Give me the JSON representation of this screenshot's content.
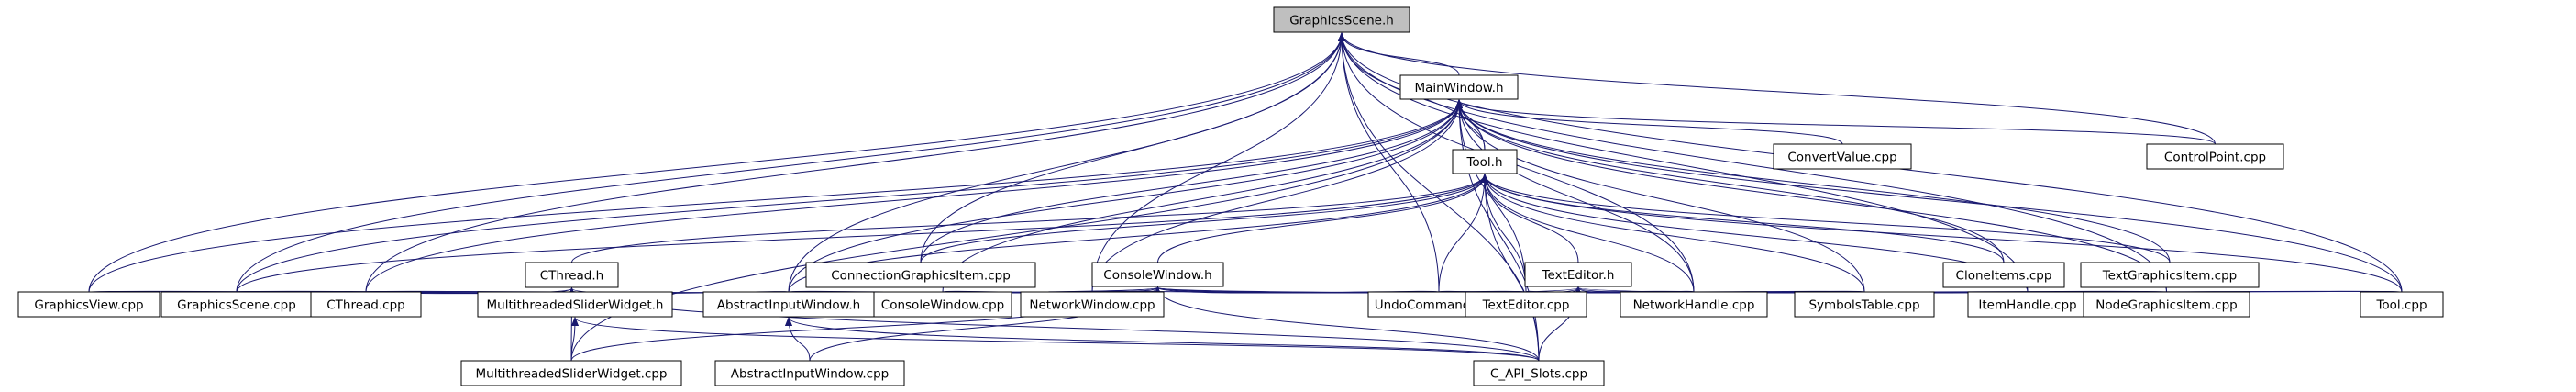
{
  "graph": {
    "root": "GraphicsScene.h",
    "nodes": [
      "GraphicsScene.h",
      "MainWindow.h",
      "Tool.h",
      "ConvertValue.cpp",
      "ControlPoint.cpp",
      "CThread.h",
      "ConnectionGraphicsItem.cpp",
      "ConsoleWindow.h",
      "TextEditor.h",
      "CloneItems.cpp",
      "TextGraphicsItem.cpp",
      "GraphicsView.cpp",
      "GraphicsScene.cpp",
      "CThread.cpp",
      "MultithreadedSliderWidget.h",
      "AbstractInputWindow.h",
      "ConsoleWindow.cpp",
      "NetworkWindow.cpp",
      "UndoCommands.cpp",
      "TextEditor.cpp",
      "NetworkHandle.cpp",
      "SymbolsTable.cpp",
      "ItemHandle.cpp",
      "NodeGraphicsItem.cpp",
      "Tool.cpp",
      "MultithreadedSliderWidget.cpp",
      "AbstractInputWindow.cpp",
      "C_API_Slots.cpp"
    ],
    "edge_color": "#191970",
    "root_fill": "#bfbfbf",
    "node_fill": "#ffffff",
    "edges": [
      [
        "GraphicsScene.h",
        "MainWindow.h"
      ],
      [
        "GraphicsScene.h",
        "Tool.h"
      ],
      [
        "GraphicsScene.h",
        "ControlPoint.cpp"
      ],
      [
        "GraphicsScene.h",
        "ConnectionGraphicsItem.cpp"
      ],
      [
        "GraphicsScene.h",
        "GraphicsView.cpp"
      ],
      [
        "GraphicsScene.h",
        "GraphicsScene.cpp"
      ],
      [
        "GraphicsScene.h",
        "CThread.cpp"
      ],
      [
        "GraphicsScene.h",
        "AbstractInputWindow.h"
      ],
      [
        "GraphicsScene.h",
        "NetworkWindow.cpp"
      ],
      [
        "GraphicsScene.h",
        "UndoCommands.cpp"
      ],
      [
        "GraphicsScene.h",
        "NetworkHandle.cpp"
      ],
      [
        "GraphicsScene.h",
        "ItemHandle.cpp"
      ],
      [
        "GraphicsScene.h",
        "NodeGraphicsItem.cpp"
      ],
      [
        "GraphicsScene.h",
        "Tool.cpp"
      ],
      [
        "GraphicsScene.h",
        "C_API_Slots.cpp"
      ],
      [
        "MainWindow.h",
        "Tool.h"
      ],
      [
        "MainWindow.h",
        "ConvertValue.cpp"
      ],
      [
        "MainWindow.h",
        "ControlPoint.cpp"
      ],
      [
        "MainWindow.h",
        "ConnectionGraphicsItem.cpp"
      ],
      [
        "MainWindow.h",
        "CloneItems.cpp"
      ],
      [
        "MainWindow.h",
        "TextGraphicsItem.cpp"
      ],
      [
        "MainWindow.h",
        "GraphicsView.cpp"
      ],
      [
        "MainWindow.h",
        "GraphicsScene.cpp"
      ],
      [
        "MainWindow.h",
        "CThread.cpp"
      ],
      [
        "MainWindow.h",
        "AbstractInputWindow.h"
      ],
      [
        "MainWindow.h",
        "ConsoleWindow.cpp"
      ],
      [
        "MainWindow.h",
        "NetworkWindow.cpp"
      ],
      [
        "MainWindow.h",
        "TextEditor.cpp"
      ],
      [
        "MainWindow.h",
        "NetworkHandle.cpp"
      ],
      [
        "MainWindow.h",
        "SymbolsTable.cpp"
      ],
      [
        "MainWindow.h",
        "NodeGraphicsItem.cpp"
      ],
      [
        "MainWindow.h",
        "Tool.cpp"
      ],
      [
        "MainWindow.h",
        "MultithreadedSliderWidget.cpp"
      ],
      [
        "MainWindow.h",
        "C_API_Slots.cpp"
      ],
      [
        "Tool.h",
        "CThread.h"
      ],
      [
        "Tool.h",
        "ConnectionGraphicsItem.cpp"
      ],
      [
        "Tool.h",
        "ConsoleWindow.h"
      ],
      [
        "Tool.h",
        "TextEditor.h"
      ],
      [
        "Tool.h",
        "CloneItems.cpp"
      ],
      [
        "Tool.h",
        "TextGraphicsItem.cpp"
      ],
      [
        "Tool.h",
        "GraphicsScene.cpp"
      ],
      [
        "Tool.h",
        "AbstractInputWindow.h"
      ],
      [
        "Tool.h",
        "UndoCommands.cpp"
      ],
      [
        "Tool.h",
        "TextEditor.cpp"
      ],
      [
        "Tool.h",
        "NetworkHandle.cpp"
      ],
      [
        "Tool.h",
        "SymbolsTable.cpp"
      ],
      [
        "Tool.h",
        "ItemHandle.cpp"
      ],
      [
        "Tool.h",
        "Tool.cpp"
      ],
      [
        "Tool.h",
        "C_API_Slots.cpp"
      ],
      [
        "CThread.h",
        "GraphicsScene.cpp"
      ],
      [
        "CThread.h",
        "CThread.cpp"
      ],
      [
        "CThread.h",
        "MultithreadedSliderWidget.h"
      ],
      [
        "CThread.h",
        "AbstractInputWindow.h"
      ],
      [
        "CThread.h",
        "MultithreadedSliderWidget.cpp"
      ],
      [
        "CThread.h",
        "C_API_Slots.cpp"
      ],
      [
        "ConsoleWindow.h",
        "GraphicsView.cpp"
      ],
      [
        "ConsoleWindow.h",
        "GraphicsScene.cpp"
      ],
      [
        "ConsoleWindow.h",
        "CThread.cpp"
      ],
      [
        "ConsoleWindow.h",
        "AbstractInputWindow.h"
      ],
      [
        "ConsoleWindow.h",
        "ConsoleWindow.cpp"
      ],
      [
        "ConsoleWindow.h",
        "NetworkWindow.cpp"
      ],
      [
        "ConsoleWindow.h",
        "UndoCommands.cpp"
      ],
      [
        "ConsoleWindow.h",
        "TextEditor.cpp"
      ],
      [
        "ConsoleWindow.h",
        "NetworkHandle.cpp"
      ],
      [
        "ConsoleWindow.h",
        "SymbolsTable.cpp"
      ],
      [
        "ConsoleWindow.h",
        "NodeGraphicsItem.cpp"
      ],
      [
        "ConsoleWindow.h",
        "Tool.cpp"
      ],
      [
        "ConsoleWindow.h",
        "MultithreadedSliderWidget.cpp"
      ],
      [
        "ConsoleWindow.h",
        "AbstractInputWindow.cpp"
      ],
      [
        "ConsoleWindow.h",
        "C_API_Slots.cpp"
      ],
      [
        "TextEditor.h",
        "NetworkWindow.cpp"
      ],
      [
        "TextEditor.h",
        "UndoCommands.cpp"
      ],
      [
        "TextEditor.h",
        "TextEditor.cpp"
      ],
      [
        "TextEditor.h",
        "NetworkHandle.cpp"
      ],
      [
        "TextEditor.h",
        "SymbolsTable.cpp"
      ],
      [
        "TextEditor.h",
        "Tool.cpp"
      ],
      [
        "TextEditor.h",
        "C_API_Slots.cpp"
      ],
      [
        "MultithreadedSliderWidget.h",
        "MultithreadedSliderWidget.cpp"
      ],
      [
        "MultithreadedSliderWidget.h",
        "C_API_Slots.cpp"
      ],
      [
        "AbstractInputWindow.h",
        "AbstractInputWindow.cpp"
      ],
      [
        "AbstractInputWindow.h",
        "C_API_Slots.cpp"
      ]
    ]
  }
}
